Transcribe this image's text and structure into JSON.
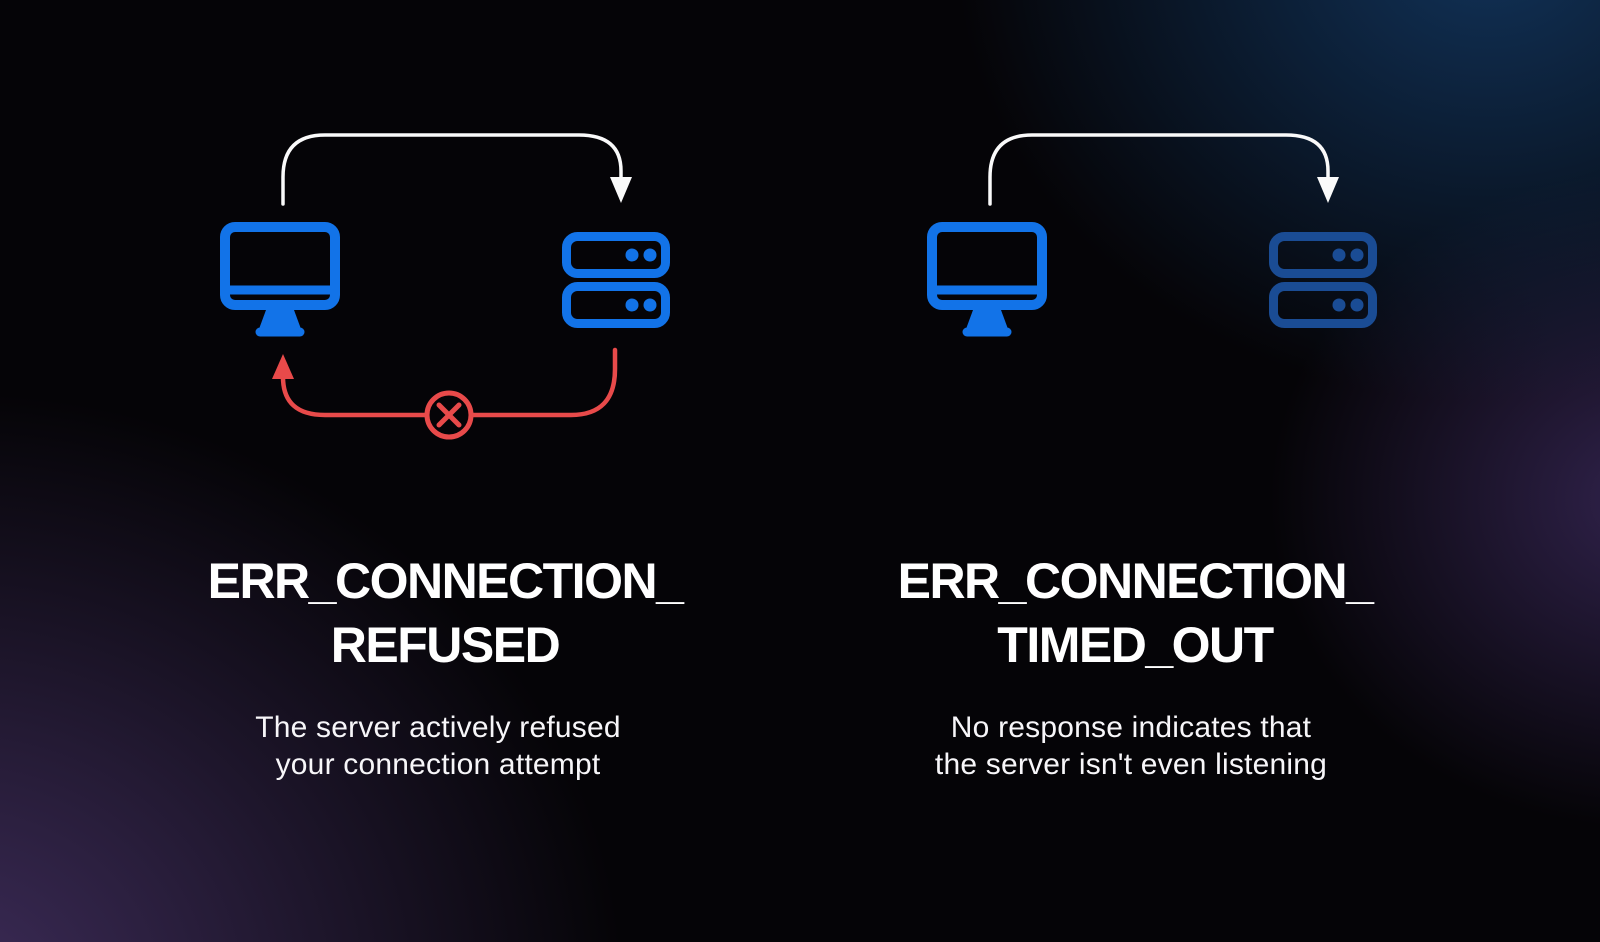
{
  "colors": {
    "accent_blue": "#1273e8",
    "dim_blue": "#1a4c94",
    "error_red": "#e84a4a",
    "arrow_white": "#fafafa",
    "text_white": "#ffffff",
    "background_base": "#050407",
    "glow_navy": "#113258",
    "glow_violet": "#30224b",
    "glow_purple": "#3d2c59"
  },
  "panels": [
    {
      "error_code_lines": [
        "ERR_CONNECTION_",
        "REFUSED"
      ],
      "description_lines": [
        "The server actively refused",
        "your connection attempt"
      ],
      "icons": [
        "desktop-computer-icon",
        "server-rack-icon",
        "request-arrow-icon",
        "refused-response-arrow-icon",
        "circled-x-icon"
      ],
      "server_state": "active"
    },
    {
      "error_code_lines": [
        "ERR_CONNECTION_",
        "TIMED_OUT"
      ],
      "description_lines": [
        "No response indicates that",
        "the server isn't even listening"
      ],
      "icons": [
        "desktop-computer-icon",
        "server-rack-icon",
        "request-arrow-icon"
      ],
      "server_state": "unresponsive"
    }
  ]
}
